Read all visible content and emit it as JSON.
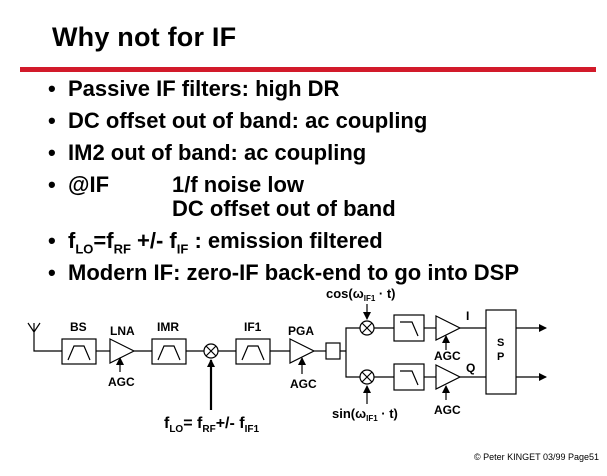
{
  "slide": {
    "title": "Why not for IF",
    "bullets": [
      {
        "bullet": "•",
        "text": "Passive IF filters: high DR"
      },
      {
        "bullet": "•",
        "text": "DC offset out of band: ac coupling"
      },
      {
        "bullet": "•",
        "text": "IM2 out of band: ac coupling"
      },
      {
        "bullet": "•",
        "lead": "@IF",
        "line1": "1/f noise low",
        "line2": "DC offset out of band"
      },
      {
        "bullet": "•",
        "text": ": emission filtered"
      },
      {
        "bullet": "•",
        "text": "Modern IF: zero-IF back-end to go into DSP"
      }
    ],
    "bullet5_parts": {
      "f": "f",
      "lo": "LO",
      "eq": "=f",
      "rf": "RF",
      "pm": " +/- f",
      "if": "IF"
    },
    "diagram": {
      "bs": "BS",
      "lna": "LNA",
      "imr": "IMR",
      "if1": "IF1",
      "pga": "PGA",
      "agc": "AGC",
      "sp_s": "S",
      "sp_p": "P",
      "i": "I",
      "q": "Q",
      "cos_label": "cos(ω",
      "cos_sub": "IF1",
      "cos_tail": " · t)",
      "sin_label": "sin(ω",
      "sin_sub": "IF1",
      "sin_tail": " · t)",
      "flo_f": "f",
      "flo_lo": "LO",
      "flo_eq": "= f",
      "flo_rf": "RF",
      "flo_pm": "+/- f",
      "flo_if": "IF1"
    },
    "copyright": "© Peter KINGET  03/99 Page51"
  }
}
